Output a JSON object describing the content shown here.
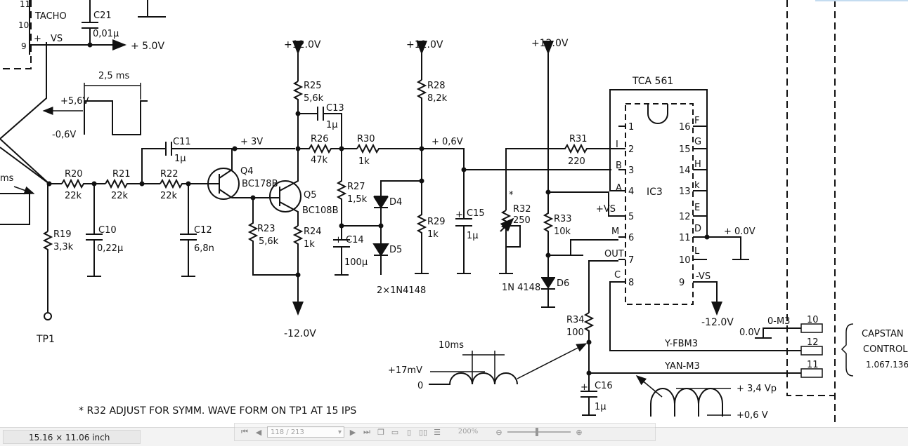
{
  "tacho": {
    "label": "TACHO",
    "pin11": "11",
    "pin10": "10",
    "pin9": "9",
    "plus": "+",
    "vs": "VS"
  },
  "c21": {
    "name": "C21",
    "value": "0,01μ"
  },
  "plus5v": "+ 5.0V",
  "waveform1": {
    "period": "2,5 ms",
    "high": "+5,6V",
    "low": "-0,6V"
  },
  "left_ms": "ms",
  "rails": {
    "q5_top": "+12.0V",
    "r28_top": "+12.0V",
    "r33_top": "+12.0V",
    "bottom": "-12.0V",
    "ic_minus": "-12.0V"
  },
  "resistors": {
    "r19": {
      "name": "R19",
      "value": "3,3k"
    },
    "r20": {
      "name": "R20",
      "value": "22k"
    },
    "r21": {
      "name": "R21",
      "value": "22k"
    },
    "r22": {
      "name": "R22",
      "value": "22k"
    },
    "r23": {
      "name": "R23",
      "value": "5,6k"
    },
    "r24": {
      "name": "R24",
      "value": "1k"
    },
    "r25": {
      "name": "R25",
      "value": "5,6k"
    },
    "r26": {
      "name": "R26",
      "value": "47k"
    },
    "r27": {
      "name": "R27",
      "value": "1,5k"
    },
    "r28": {
      "name": "R28",
      "value": "8,2k"
    },
    "r29": {
      "name": "R29",
      "value": "1k"
    },
    "r30": {
      "name": "R30",
      "value": "1k"
    },
    "r31": {
      "name": "R31",
      "value": "220"
    },
    "r32": {
      "name": "R32",
      "value": "250",
      "star": "*"
    },
    "r33": {
      "name": "R33",
      "value": "10k"
    },
    "r34": {
      "name": "R34",
      "value": "100"
    }
  },
  "capacitors": {
    "c10": {
      "name": "C10",
      "value": "0,22μ"
    },
    "c11": {
      "name": "C11",
      "value": "1μ"
    },
    "c12": {
      "name": "C12",
      "value": "6,8n"
    },
    "c13": {
      "name": "C13",
      "value": "1μ"
    },
    "c14": {
      "name": "C14",
      "value": "100μ"
    },
    "c15": {
      "name": "C15",
      "value": "1μ"
    },
    "c16": {
      "name": "C16",
      "value": "1μ"
    }
  },
  "transistors": {
    "q4": {
      "name": "Q4",
      "type": "BC178B"
    },
    "q5": {
      "name": "Q5",
      "type": "BC108B"
    }
  },
  "diodes": {
    "d4": "D4",
    "d5": "D5",
    "d6": "D6",
    "pair": "2×1N4148",
    "d6_type": "1N 4148"
  },
  "node_labels": {
    "plus3v": "+ 3V",
    "plus06v": "+ 0,6V",
    "plus0v": "+ 0.0V",
    "zero_v": "0.0V"
  },
  "tp1": "TP1",
  "ic": {
    "part": "TCA 561",
    "name": "IC3",
    "left_pins": [
      "1",
      "2",
      "3",
      "4",
      "5",
      "6",
      "7",
      "8"
    ],
    "right_pins": [
      "16",
      "15",
      "14",
      "13",
      "12",
      "11",
      "10",
      "9"
    ],
    "left_letters": [
      "I",
      "B",
      "A"
    ],
    "right_letters": [
      "F",
      "G",
      "H",
      "k",
      "E",
      "D",
      "L"
    ],
    "inputs": {
      "plus_vs": "+VS",
      "m": "M",
      "out": "OUT",
      "c": "C",
      "minus_vs": "-VS"
    }
  },
  "waveform2": {
    "period": "10ms",
    "amp": "+17mV",
    "zero": "0"
  },
  "waveform3": {
    "peak": "+ 3,4 Vp",
    "base": "+0,6 V"
  },
  "connector": {
    "pin10": "10",
    "pin12": "12",
    "pin11": "11",
    "sig10": "0-M3",
    "sig12": "Y-FBM3",
    "sig11": "YAN-M3"
  },
  "capstan": {
    "line1": "CAPSTAN",
    "line2": "CONTROL",
    "line3": "1.067.136"
  },
  "footnote": "* R32 ADJUST FOR SYMM. WAVE FORM ON TP1 AT 15 IPS",
  "viewer": {
    "page_size": "15.16 × 11.06 inch",
    "page": "118 / 213",
    "zoom": "200%"
  }
}
